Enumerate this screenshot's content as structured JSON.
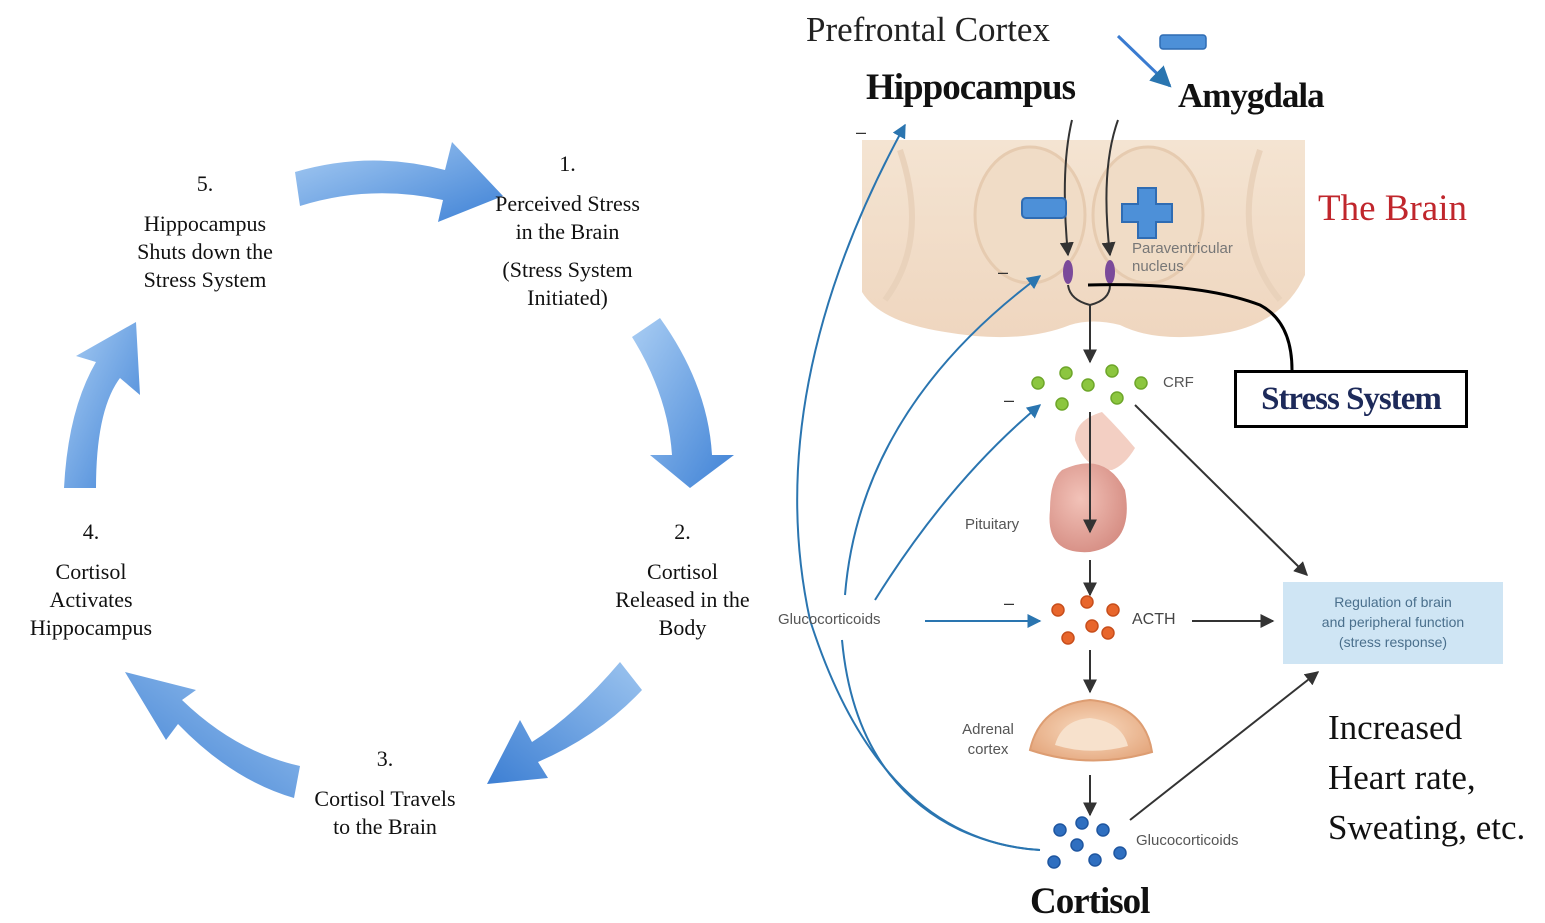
{
  "cycle": {
    "steps": [
      {
        "num": "1.",
        "lines": [
          "Perceived Stress",
          "in the Brain",
          "(Stress System",
          "Initiated)"
        ]
      },
      {
        "num": "2.",
        "lines": [
          "Cortisol",
          "Released in the",
          "Body"
        ]
      },
      {
        "num": "3.",
        "lines": [
          "Cortisol Travels",
          "to the Brain"
        ]
      },
      {
        "num": "4.",
        "lines": [
          "Cortisol",
          "Activates",
          "Hippocampus"
        ]
      },
      {
        "num": "5.",
        "lines": [
          "Hippocampus",
          "Shuts down the",
          "Stress System"
        ]
      }
    ],
    "arrow_color": "#4f8fdc"
  },
  "brain": {
    "prefrontal": "Prefrontal Cortex",
    "hippocampus": "Hippocampus",
    "amygdala": "Amygdala",
    "the_brain": "The Brain",
    "paraventricular": [
      "Paraventricular",
      "nucleus"
    ],
    "stress_system": "Stress System",
    "crf": "CRF",
    "pituitary": "Pituitary",
    "acth": "ACTH",
    "adrenal": [
      "Adrenal",
      "cortex"
    ],
    "glucocorticoids_left": "Glucocorticoids",
    "glucocorticoids_bottom": "Glucocorticoids",
    "cortisol": "Cortisol",
    "regulation": [
      "Regulation of brain",
      "and peripheral function",
      "(stress response)"
    ],
    "effects": [
      "Increased",
      "Heart rate,",
      "Sweating, etc."
    ],
    "minus_signs": [
      "–",
      "–",
      "–",
      "–"
    ],
    "colors": {
      "the_brain_red": "#c0262c",
      "feedback_blue": "#2a75b0",
      "crf_green": "#8cc63f",
      "acth_orange": "#e8662c",
      "cortisol_blue": "#2f6fc0",
      "stress_text": "#1d2a5a",
      "minus_plus_blue": "#4d90d8"
    }
  }
}
